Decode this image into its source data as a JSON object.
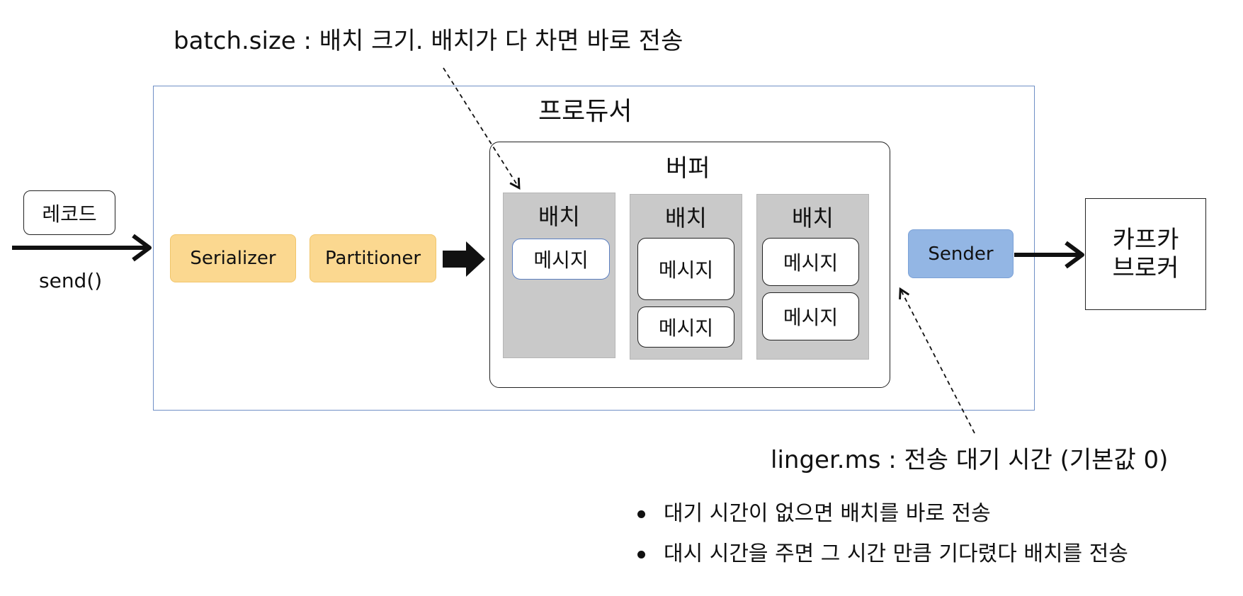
{
  "annotations": {
    "batch_size": "batch.size : 배치 크기. 배치가 다 차면 바로 전송",
    "linger_ms": "linger.ms : 전송 대기 시간 (기본값 0)",
    "bullets": [
      "대기 시간이 없으면 배치를 바로 전송",
      "대시 시간을 주면 그 시간 만큼 기다렸다 배치를 전송"
    ]
  },
  "record": {
    "label": "레코드",
    "call": "send()"
  },
  "producer": {
    "title": "프로듀서",
    "components": [
      "Serializer",
      "Partitioner"
    ],
    "buffer": {
      "title": "버퍼",
      "batches": [
        {
          "title": "배치",
          "messages": [
            "메시지"
          ]
        },
        {
          "title": "배치",
          "messages": [
            "메시지",
            "메시지"
          ]
        },
        {
          "title": "배치",
          "messages": [
            "메시지",
            "메시지"
          ]
        }
      ]
    },
    "sender": "Sender"
  },
  "broker": {
    "line1": "카프카",
    "line2": "브로커"
  }
}
